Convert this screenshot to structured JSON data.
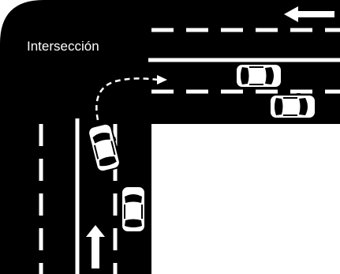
{
  "diagram": {
    "label": "Intersección",
    "colors": {
      "road": "#000000",
      "marking": "#ffffff",
      "background": "#ffffff",
      "car_body": "#ffffff",
      "car_outline": "#000000"
    },
    "icons": {
      "direction_top": "arrow-left-icon",
      "direction_bottom": "arrow-up-icon",
      "turn_path": "dashed-curved-arrow-icon"
    },
    "vehicles": [
      {
        "id": "car-turning",
        "orientation": "angled-turning"
      },
      {
        "id": "car-vertical-lane",
        "orientation": "north"
      },
      {
        "id": "car-horizontal-1",
        "orientation": "east"
      },
      {
        "id": "car-horizontal-2",
        "orientation": "east"
      }
    ]
  }
}
